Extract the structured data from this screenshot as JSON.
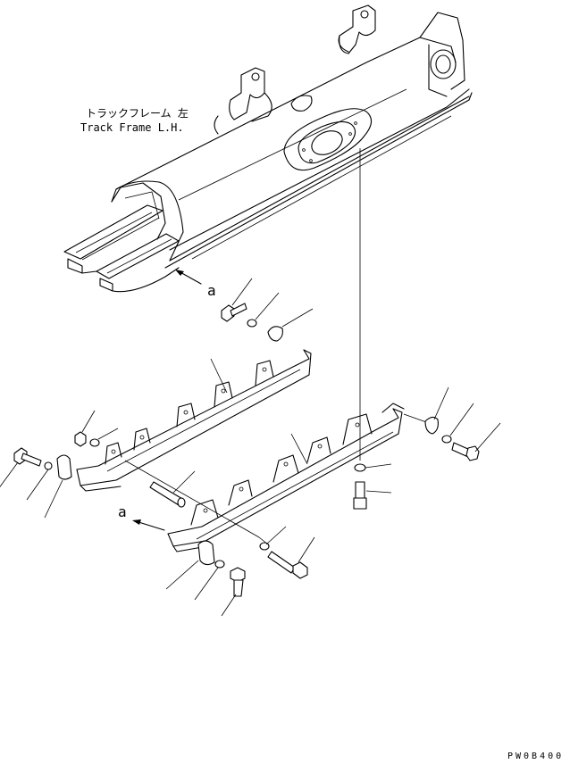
{
  "title_jp": "トラックフレーム 左",
  "title_en": "Track Frame L.H.",
  "ref_mark_upper": "a",
  "ref_mark_lower": "a",
  "drawing_code": "PW0B400"
}
